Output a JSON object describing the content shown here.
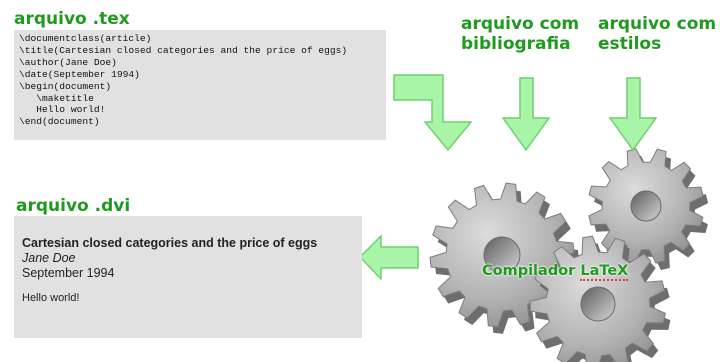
{
  "tex_file": {
    "heading": "arquivo .tex",
    "lines": [
      "\\documentclass(article)",
      "\\title(Cartesian closed categories and the price of eggs)",
      "\\author(Jane Doe)",
      "\\date(September 1994)",
      "\\begin(document)",
      "   \\maketitle",
      "   Hello world!",
      "\\end(document)"
    ]
  },
  "bib_file": {
    "line1": "arquivo com",
    "line2": "bibliografia"
  },
  "style_file": {
    "line1": "arquivo com",
    "line2": "estilos"
  },
  "dvi_file": {
    "heading": "arquivo .dvi",
    "title": "Cartesian closed categories and the price of eggs",
    "author": "Jane Doe",
    "date": "September 1994",
    "body": "Hello world!"
  },
  "compiler": {
    "label_prefix": "Compilador ",
    "label_suffix": "LaTeX"
  },
  "colors": {
    "label_green": "#1f9a1f",
    "arrow_fill": "#a8f5a8",
    "arrow_stroke": "#6fd06f",
    "gear": "#a9a9a9",
    "box": "#e1e1e1"
  }
}
